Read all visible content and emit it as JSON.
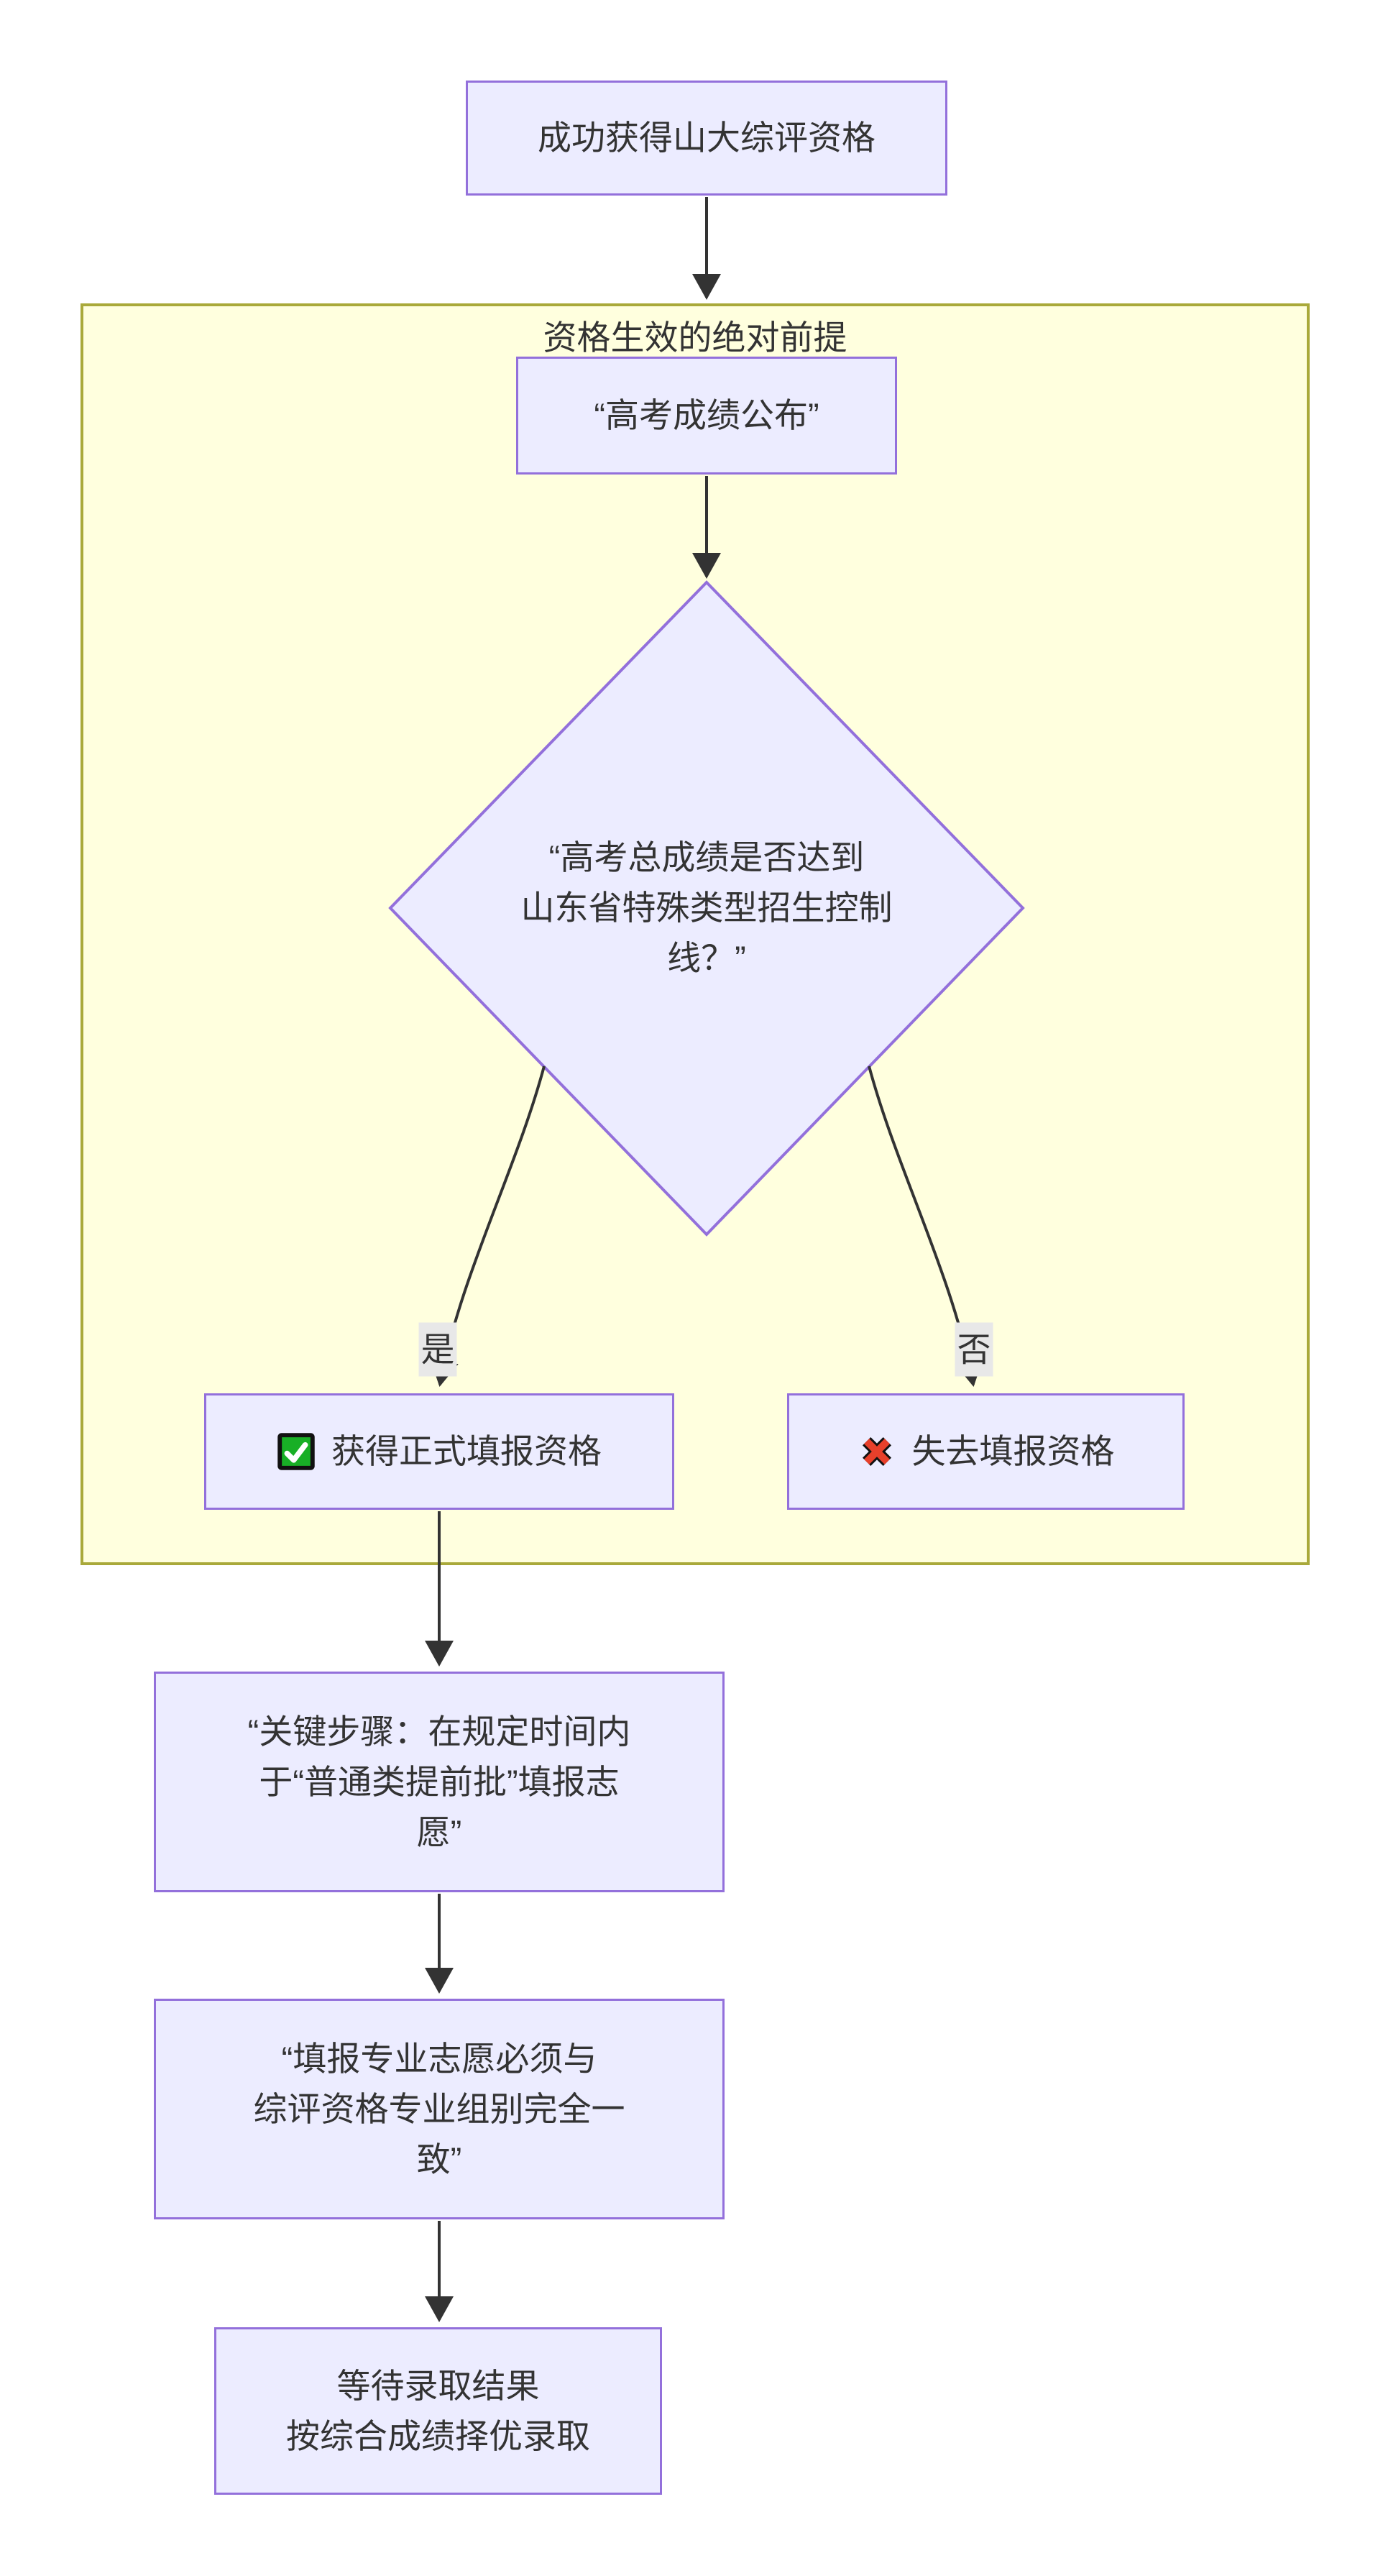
{
  "diagram": {
    "type": "flowchart",
    "direction": "top-down",
    "nodes": {
      "start": "成功获得山大综评资格",
      "score_release": "“高考成绩公布”",
      "decision": "“高考总成绩是否达到\n山东省特殊类型招生控制\n线？”",
      "qualified": "获得正式填报资格",
      "disqualified": "失去填报资格",
      "key_step": "“关键步骤：在规定时间内\n于“普通类提前批”填报志\n愿”",
      "major_match": "“填报专业志愿必须与\n综评资格专业组别完全一\n致”",
      "final": "等待录取结果\n按综合成绩择优录取"
    },
    "cluster_label": "资格生效的绝对前提",
    "edge_labels": {
      "yes": "是",
      "no": "否"
    },
    "icons": {
      "qualified": "check-mark-button",
      "disqualified": "cross-mark"
    },
    "colors": {
      "node_fill": "#ECECFF",
      "node_border": "#9370DB",
      "cluster_fill": "#FFFFDE",
      "cluster_border": "#A9A93A",
      "text": "#333333",
      "edge": "#333333",
      "edge_label_bg": "#E8E8E8",
      "check_green": "#18AF26",
      "cross_red": "#E8402B"
    }
  }
}
